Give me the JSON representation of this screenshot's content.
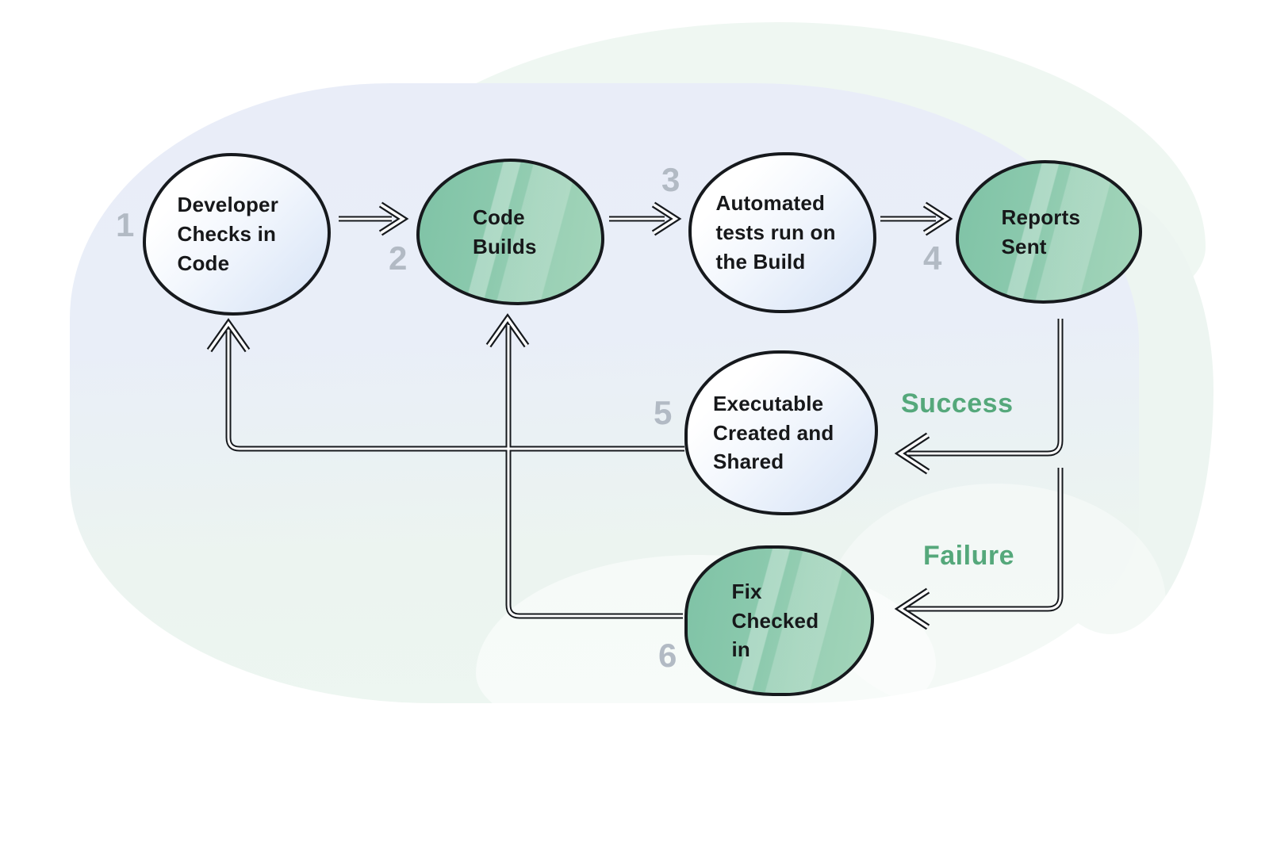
{
  "diagram": {
    "title_implicit": "Continuous Integration flow",
    "nodes": [
      {
        "number": "1",
        "label": "Developer Checks in Code",
        "variant": "light"
      },
      {
        "number": "2",
        "label": "Code Builds",
        "variant": "green"
      },
      {
        "number": "3",
        "label": "Automated tests run on the Build",
        "variant": "light"
      },
      {
        "number": "4",
        "label": "Reports Sent",
        "variant": "green"
      },
      {
        "number": "5",
        "label": "Executable Created and Shared",
        "variant": "light"
      },
      {
        "number": "6",
        "label": "Fix Checked in",
        "variant": "green"
      }
    ],
    "edge_labels": {
      "success": "Success",
      "failure": "Failure"
    },
    "edges": [
      {
        "from": "1",
        "to": "2",
        "label": ""
      },
      {
        "from": "2",
        "to": "3",
        "label": ""
      },
      {
        "from": "3",
        "to": "4",
        "label": ""
      },
      {
        "from": "4",
        "to": "5",
        "label": "Success"
      },
      {
        "from": "4",
        "to": "6",
        "label": "Failure"
      },
      {
        "from": "5",
        "to": "1",
        "label": ""
      },
      {
        "from": "6",
        "to": "2",
        "label": ""
      }
    ],
    "colors": {
      "edge_label_green": "#55a87b",
      "node_green_fill": "#8cc9ae",
      "node_light_fill": "#e3ecfa",
      "outline_black": "#16191d",
      "step_number_gray": "#b2bac4",
      "background_periwinkle": "#e9edf8",
      "background_mint": "#edf6f1"
    }
  }
}
